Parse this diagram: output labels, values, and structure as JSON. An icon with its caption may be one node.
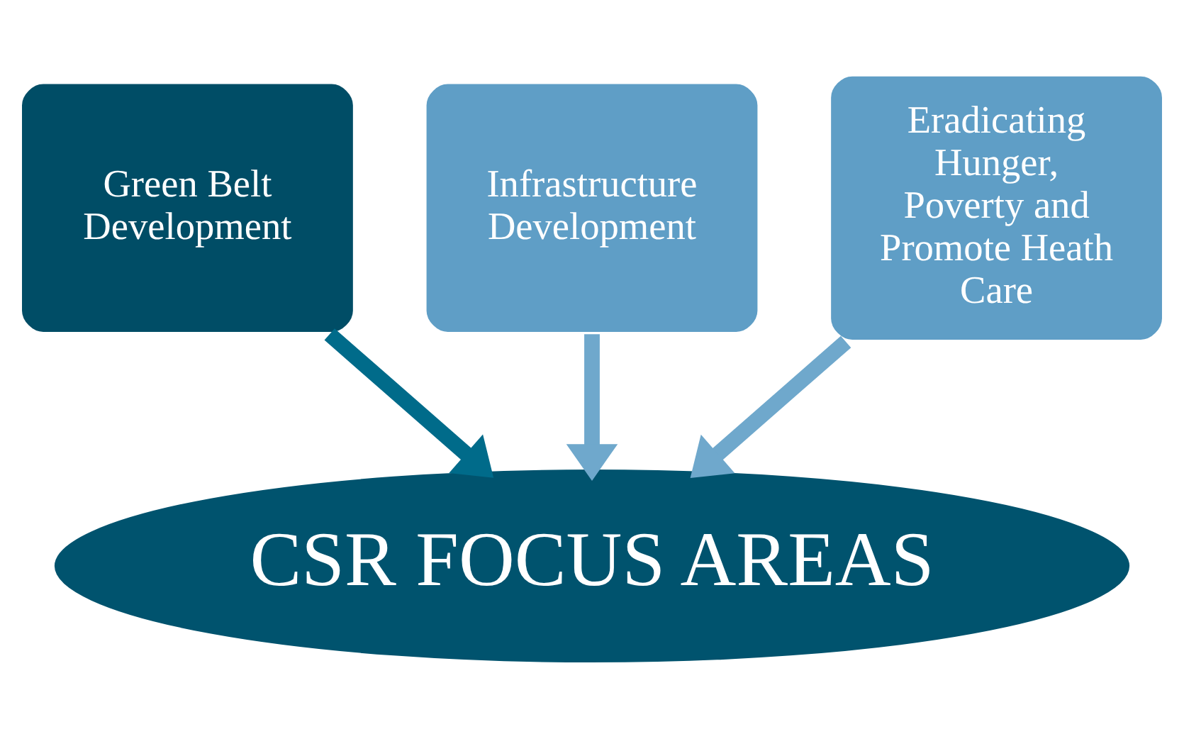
{
  "diagram": {
    "nodes": [
      {
        "text": [
          "Green Belt Development"
        ]
      },
      {
        "text": [
          "Infrastructure Development"
        ]
      },
      {
        "text": [
          "Eradicating Hunger, Poverty and Promote Heath Care"
        ]
      },
      {
        "text": [
          "CSR FOCUS AREAS"
        ]
      }
    ],
    "edges": [
      {
        "from": 0,
        "to": 3,
        "arrow": "to",
        "color": "#006b8a"
      },
      {
        "from": 1,
        "to": 3,
        "arrow": "to"
      },
      {
        "from": 2,
        "to": 3,
        "arrow": "to"
      }
    ]
  }
}
